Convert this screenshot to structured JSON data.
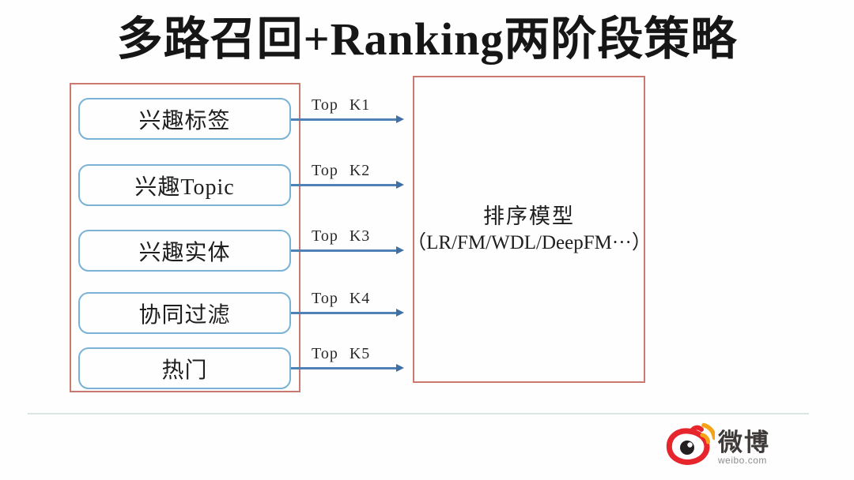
{
  "title": "多路召回+Ranking两阶段策略",
  "recall": {
    "items": [
      {
        "label": "兴趣标签",
        "topk": "Top K1"
      },
      {
        "label": "兴趣Topic",
        "topk": "Top K2"
      },
      {
        "label": "兴趣实体",
        "topk": "Top K3"
      },
      {
        "label": "协同过滤",
        "topk": "Top K4"
      },
      {
        "label": "热门",
        "topk": "Top K5"
      }
    ]
  },
  "ranking": {
    "line1": "排序模型",
    "line2": "（LR/FM/WDL/DeepFM···）"
  },
  "footer": {
    "brand": "微博",
    "domain": "weibo.com"
  },
  "colors": {
    "frame_red": "#c9796d",
    "item_border_blue": "#7ab2d6",
    "arrow_blue": "#4f81b5",
    "text_dark": "#1e1e1e",
    "divider": "#d9e6e2",
    "weibo_red": "#e6252d",
    "weibo_orange": "#f5a216",
    "weibo_brand_gray": "#3e3a39",
    "weibo_domain_gray": "#908c89"
  }
}
